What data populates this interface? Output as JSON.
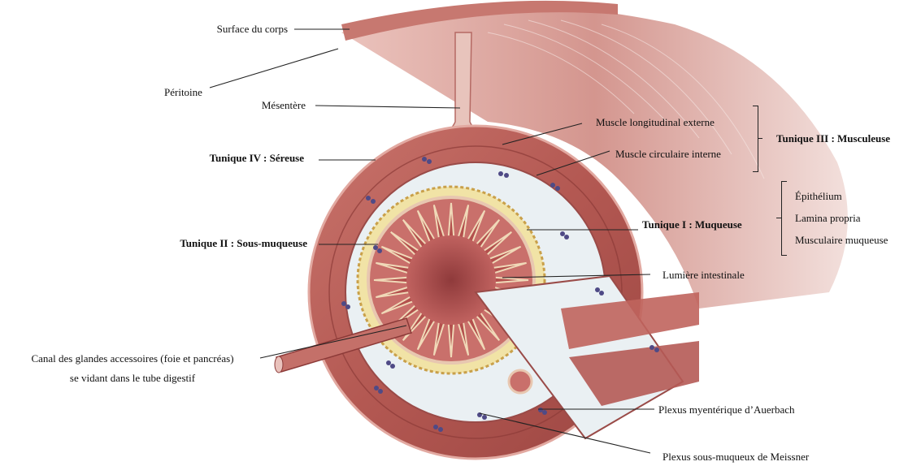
{
  "labels": {
    "surface": "Surface du corps",
    "peritoine": "Péritoine",
    "mesentere": "Mésentère",
    "sereuse": "Tunique IV : Séreuse",
    "sous_muqueuse": "Tunique II : Sous-muqueuse",
    "canal_line1": "Canal des glandes accessoires (foie et pancréas)",
    "canal_line2": "se vidant dans le tube digestif",
    "muscle_long": "Muscle longitudinal externe",
    "muscle_circ": "Muscle circulaire interne",
    "musculeuse": "Tunique III : Musculeuse",
    "epithelium": "Épithélium",
    "lamina": "Lamina propria",
    "musc_muqueuse": "Musculaire muqueuse",
    "muqueuse": "Tunique I : Muqueuse",
    "lumiere": "Lumière intestinale",
    "auerbach": "Plexus myentérique d’Auerbach",
    "meissner": "Plexus sous-muqueux de Meissner"
  },
  "colors": {
    "muscle": "#b65a55",
    "muscle_dark": "#8c3a38",
    "muscle_light": "#e5b8b1",
    "submucosa": "#eaf0f3",
    "mucosa_yellow": "#f1e3a6",
    "mucosa_pink": "#c9706b",
    "lumen": "#a84a49",
    "plexus": "#4f4a86"
  }
}
